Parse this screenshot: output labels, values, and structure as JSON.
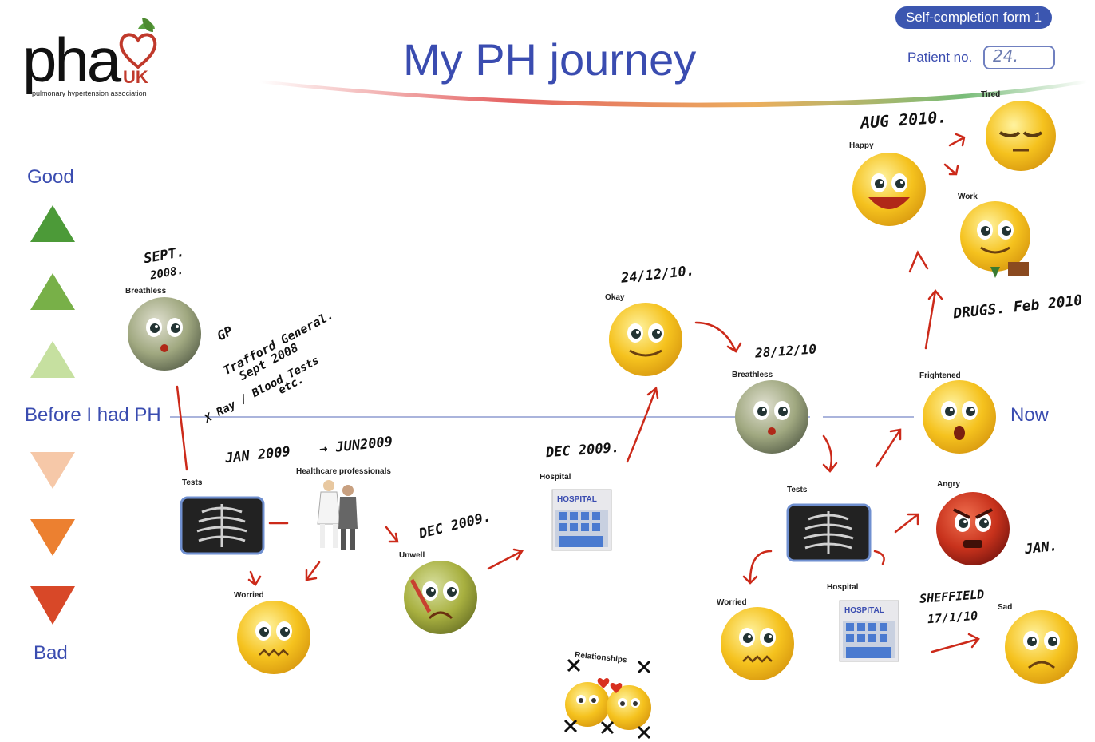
{
  "header": {
    "logo_text": "pha",
    "logo_uk": "UK",
    "logo_subtitle": "pulmonary hypertension association",
    "title": "My PH journey",
    "form_label": "Self-completion form 1",
    "patient_label": "Patient no.",
    "patient_value": "24."
  },
  "scale": {
    "good": "Good",
    "before": "Before I had PH",
    "bad": "Bad",
    "now": "Now"
  },
  "labels": {
    "breathless1": "Breathless",
    "tests1": "Tests",
    "healthcare": "Healthcare professionals",
    "worried1": "Worried",
    "unwell": "Unwell",
    "hospital1": "Hospital",
    "relationships": "Relationships",
    "okay": "Okay",
    "breathless2": "Breathless",
    "tests2": "Tests",
    "worried2": "Worried",
    "hospital2": "Hospital",
    "frightened": "Frightened",
    "angry": "Angry",
    "sad": "Sad",
    "happy": "Happy",
    "tired": "Tired",
    "work": "Work",
    "hospital_sign": "HOSPITAL"
  },
  "handwriting": {
    "sept": "SEPT.",
    "y2008": "2008.",
    "gp1": "GP",
    "gp2": "Trafford General.",
    "gp3": "Sept 2008",
    "gp4": "X Ray / Blood Tests",
    "gp5": "etc.",
    "jan2009": "JAN 2009",
    "jun2009": "→ JUN2009",
    "dec2009a": "DEC 2009.",
    "dec2009b": "DEC 2009.",
    "d241210": "24/12/10.",
    "d281210": "28/12/10",
    "aug2010": "AUG 2010.",
    "drugs": "DRUGS. Feb 2010",
    "jan": "JAN.",
    "sheffield": "SHEFFIELD",
    "d17110": "17/1/10"
  },
  "colors": {
    "accent": "#3a4cb0",
    "pill": "#3b56b0",
    "arrow_red": "#cc2a1a",
    "face_yellow": "#f4c020",
    "face_green": "#a8b040",
    "face_red": "#c8321c"
  },
  "icons": [
    "triangle-up-icon",
    "triangle-down-icon",
    "smiley-icon",
    "xray-icon",
    "hospital-icon",
    "people-icon"
  ]
}
